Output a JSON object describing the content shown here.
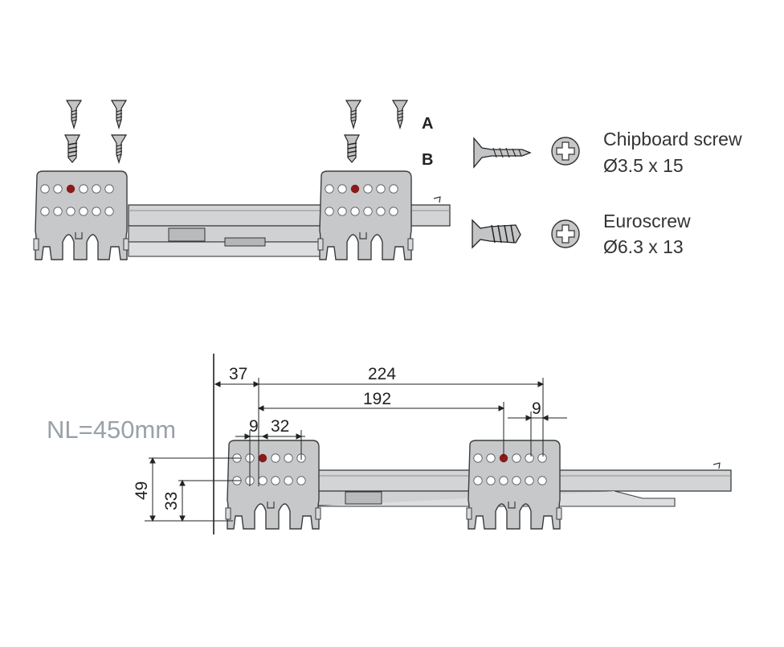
{
  "labels": {
    "a": "A",
    "b": "B"
  },
  "legend": {
    "chipboard": {
      "name": "Chipboard screw",
      "size": "Ø3.5 x 15"
    },
    "euro": {
      "name": "Euroscrew",
      "size": "Ø6.3 x 13"
    }
  },
  "dimensions": {
    "d37": "37",
    "d224": "224",
    "d192": "192",
    "d9_left": "9",
    "d32": "32",
    "d9_right": "9",
    "d49": "49",
    "d33": "33"
  },
  "nominal_length": "NL=450mm",
  "colors": {
    "bracket": "#c6c8ca",
    "bracket_outline": "#3c3c3c",
    "hole_fill": "#ffffff",
    "marked_hole": "#8b1a1a",
    "rail": "#d2d4d6",
    "nl_text": "#9aa1a8"
  }
}
